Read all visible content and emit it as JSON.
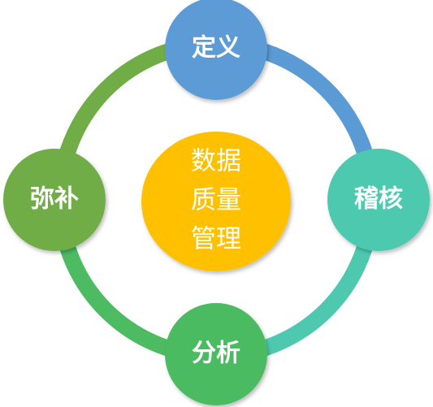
{
  "center": {
    "lines": [
      "数据",
      "质量",
      "管理"
    ],
    "color": "#FFC000"
  },
  "nodes": {
    "top": {
      "label": "定义",
      "color": "#5B9BD5"
    },
    "right": {
      "label": "稽核",
      "color": "#4EC9B0"
    },
    "bottom": {
      "label": "分析",
      "color": "#4CBB62"
    },
    "left": {
      "label": "弥补",
      "color": "#70AD47"
    }
  },
  "ring_colors": {
    "top_right": "#5B9BD5",
    "right_bottom": "#4EC9B0",
    "bottom_left": "#4CBB62",
    "left_top": "#70AD47"
  }
}
